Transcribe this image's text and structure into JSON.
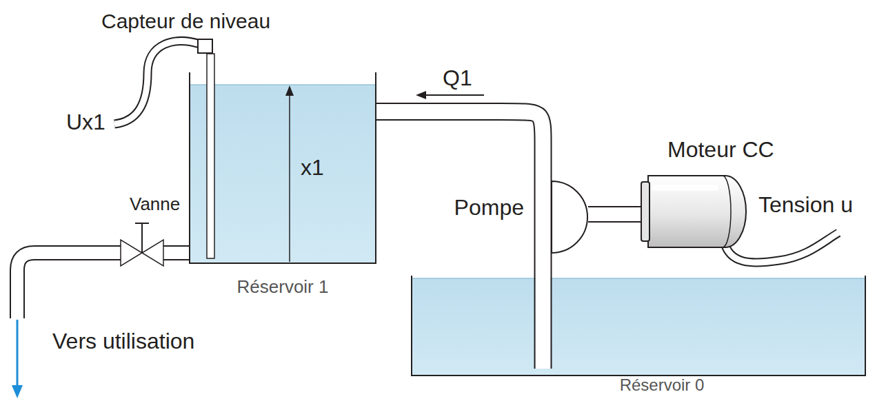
{
  "diagram": {
    "nodes": [
      {
        "text": [
          "Capteur de niveau"
        ]
      },
      {
        "text": [
          "Réservoir 1"
        ]
      },
      {
        "text": [
          "Vanne"
        ]
      },
      {
        "text": [
          "Pompe"
        ]
      },
      {
        "text": [
          "Moteur CC"
        ]
      },
      {
        "text": [
          "Réservoir 0"
        ]
      }
    ],
    "edges": [
      {
        "from": 1,
        "to": 2,
        "arrow": "none"
      },
      {
        "from": 5,
        "to": 3,
        "arrow": "none"
      },
      {
        "from": 3,
        "to": 1,
        "arrow": "none"
      },
      {
        "from": 4,
        "to": 3,
        "arrow": "none"
      }
    ],
    "labels": [
      "Ux1",
      "Q1",
      "x1",
      "Tension u",
      "Vers utilisation"
    ]
  }
}
